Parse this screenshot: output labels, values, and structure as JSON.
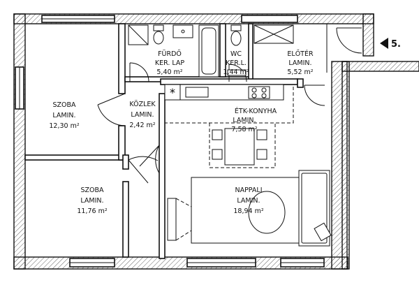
{
  "rooms": [
    {
      "id": "furdo",
      "lines": [
        "FÜRDŐ",
        "KER. LAP",
        "5,40 m²"
      ]
    },
    {
      "id": "wc",
      "lines": [
        "WC",
        "KER.L.",
        "1,44 m²"
      ]
    },
    {
      "id": "eloter",
      "lines": [
        "ELŐTÉR",
        "LAMIN.",
        "5,52 m²"
      ]
    },
    {
      "id": "szoba1",
      "lines": [
        "SZOBA",
        "LAMIN.",
        "12,30 m²"
      ]
    },
    {
      "id": "kozlek",
      "lines": [
        "KÖZLEK",
        "LAMIN.",
        "2,42 m²"
      ]
    },
    {
      "id": "etk",
      "lines": [
        "ÉTK-KONYHA",
        "LAMIN.",
        "7,58 m²"
      ]
    },
    {
      "id": "szoba2",
      "lines": [
        "SZOBA",
        "LAMIN.",
        "11,76 m²"
      ]
    },
    {
      "id": "nappali",
      "lines": [
        "NAPPALI",
        "LAMIN.",
        "18,94 m²"
      ]
    }
  ],
  "unit_marker": {
    "label": "5.",
    "arrow": "left-triangle-icon"
  },
  "colors": {
    "ink": "#111111",
    "background": "#ffffff"
  }
}
